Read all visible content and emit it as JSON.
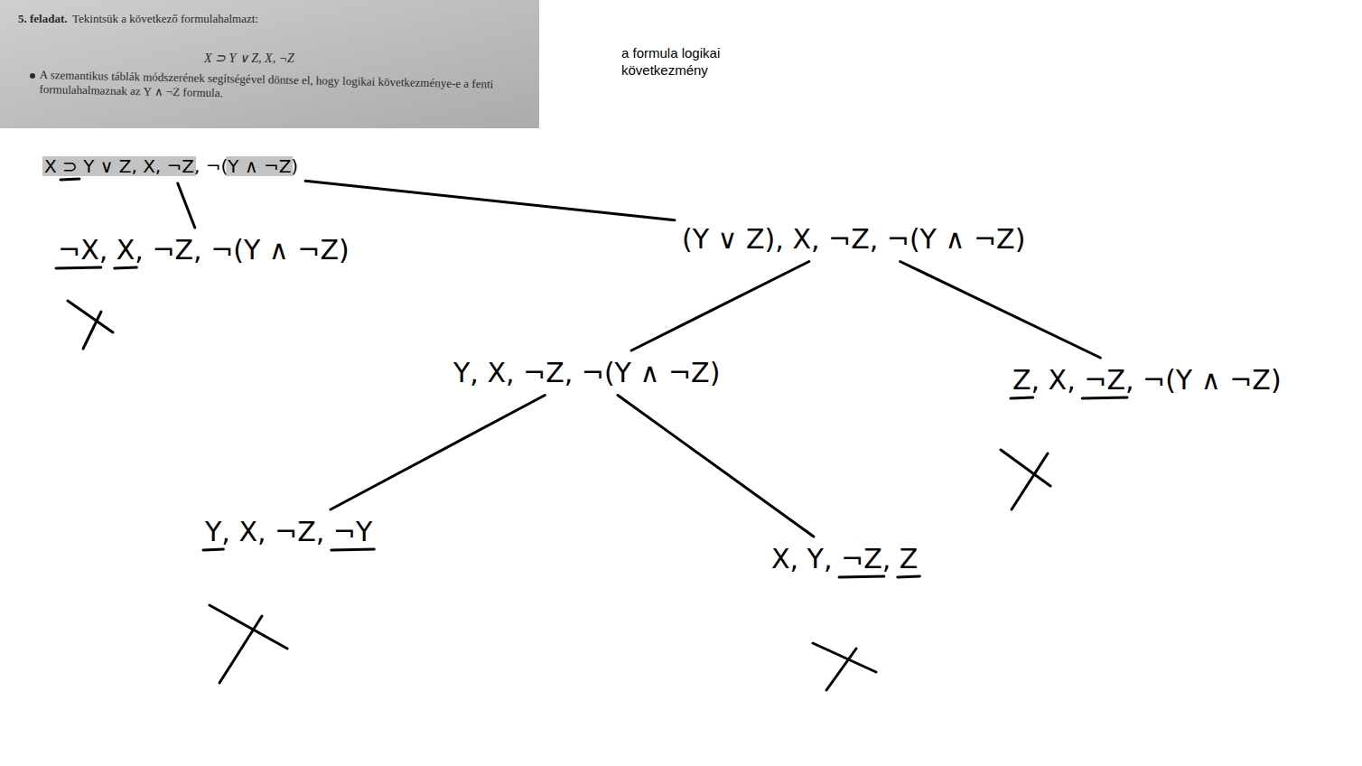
{
  "diagram": {
    "nodes": [
      {
        "text": [
          "X ⊃ Y ∨ Z, X, ¬Z, ¬(Y ∧ ¬Z)"
        ]
      },
      {
        "text": [
          "¬X, X, ¬Z, ¬(Y ∧ ¬Z)"
        ]
      },
      {
        "text": [
          "(Y ∨ Z), X, ¬Z, ¬(Y ∧ ¬Z)"
        ]
      },
      {
        "text": [
          "Y, X, ¬Z, ¬(Y ∧ ¬Z)"
        ]
      },
      {
        "text": [
          "Z, X, ¬Z, ¬(Y ∧ ¬Z)"
        ]
      },
      {
        "text": [
          "Y, X, ¬Z, ¬Y"
        ]
      },
      {
        "text": [
          "X, Y, ¬Z, Z"
        ]
      }
    ],
    "edges": [
      {
        "from": 0,
        "to": 1,
        "arrow": "none"
      },
      {
        "from": 0,
        "to": 2,
        "arrow": "none"
      },
      {
        "from": 2,
        "to": 3,
        "arrow": "none"
      },
      {
        "from": 2,
        "to": 4,
        "arrow": "none"
      },
      {
        "from": 3,
        "to": 5,
        "arrow": "none"
      },
      {
        "from": 3,
        "to": 6,
        "arrow": "none"
      }
    ],
    "labels": [
      "5. feladat.",
      "Tekintsük a következő formulahalmazt:",
      "X ⊃ Y ∨ Z, X, ¬Z",
      "A szemantikus táblák módszerének segítségével döntse el, hogy logikai következménye-e a fenti formulahalmaznak az Y ∧ ¬Z formula.",
      "a formula logikai következmény"
    ]
  }
}
